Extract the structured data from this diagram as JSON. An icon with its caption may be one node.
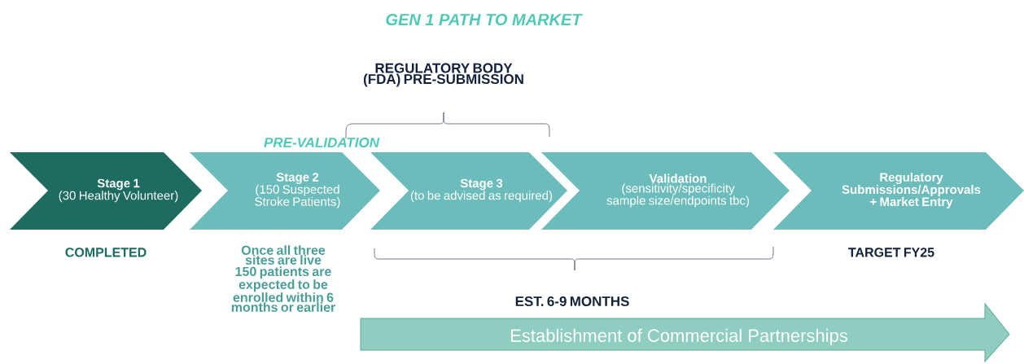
{
  "diagram": {
    "title": "GEN 1 PATH TO MARKET",
    "nodes": [
      {
        "text": [
          "Stage 1",
          "(30 Healthy Volunteer)"
        ],
        "beside": [
          "COMPLETED"
        ]
      },
      {
        "text": [
          "Stage 2",
          "(150 Suspected Stroke Patients)"
        ],
        "beside": [
          "Once all three sites are live",
          "150 patients are expected to be enrolled within 6 months or earlier"
        ]
      },
      {
        "text": [
          "Stage 3",
          "(to be advised as required)"
        ]
      },
      {
        "text": [
          "Validation",
          "(sensitivity/specificity sample size/endpoints tbc)"
        ]
      },
      {
        "text": [
          "Regulatory Submissions/Approvals + Market Entry"
        ],
        "beside": [
          "TARGET FY25"
        ]
      },
      {
        "text": [
          "Establishment of Commercial Partnerships"
        ]
      }
    ],
    "edges": [],
    "labels": [
      "REGULATORY BODY (FDA) PRE-SUBMISSION",
      "PRE-VALIDATION",
      "EST. 6-9 MONTHS"
    ]
  }
}
